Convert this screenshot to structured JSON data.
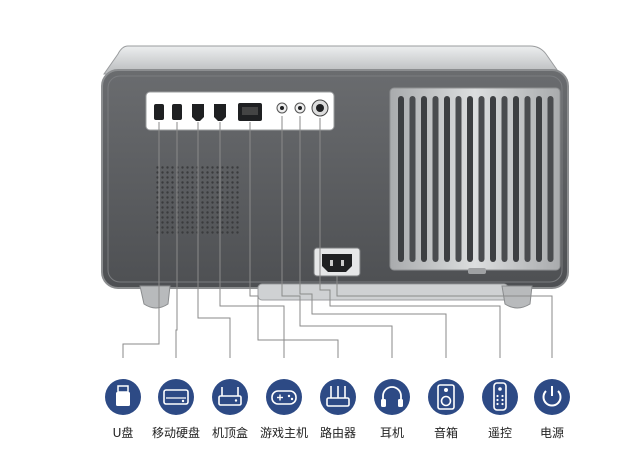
{
  "colors": {
    "icon_fill": "#2d4a85",
    "body_dark": "#5b5d60",
    "body_light": "#c9cbcd",
    "leader_line": "#8a8a8a"
  },
  "connections": [
    {
      "label": "U盘",
      "icon": "usb-drive-icon"
    },
    {
      "label": "移动硬盘",
      "icon": "external-hard-drive-icon"
    },
    {
      "label": "机顶盒",
      "icon": "set-top-box-icon"
    },
    {
      "label": "游戏主机",
      "icon": "game-controller-icon"
    },
    {
      "label": "路由器",
      "icon": "router-icon"
    },
    {
      "label": "耳机",
      "icon": "headphones-icon"
    },
    {
      "label": "音箱",
      "icon": "speaker-icon"
    },
    {
      "label": "遥控",
      "icon": "remote-control-icon"
    },
    {
      "label": "电源",
      "icon": "power-icon"
    }
  ]
}
